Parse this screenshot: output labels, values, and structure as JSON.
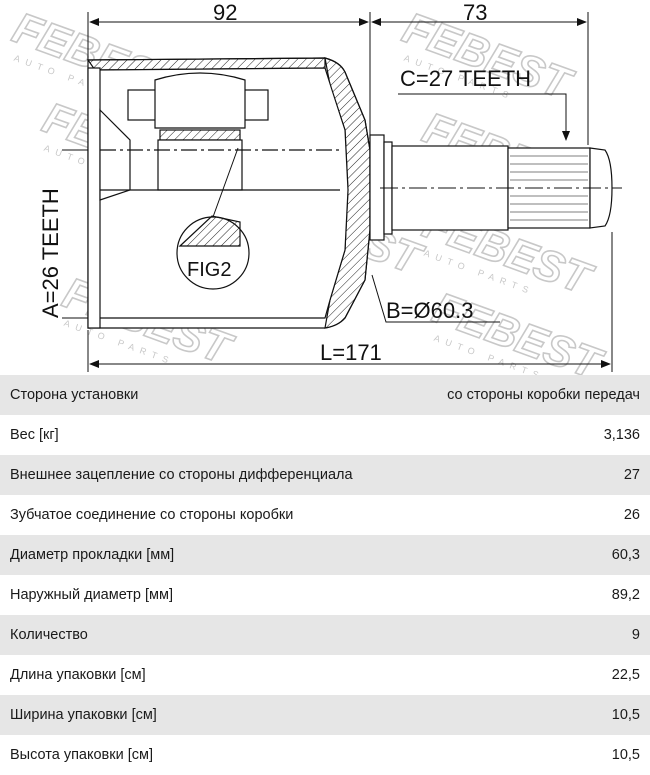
{
  "drawing": {
    "dim_top_left": "92",
    "dim_top_right": "73",
    "label_c": "C=27 TEETH",
    "label_a": "A=26 TEETH",
    "label_b": "B=Ø60.3",
    "label_l": "L=171",
    "label_fig": "FIG2",
    "watermark_brand": "FEBEST",
    "watermark_sub": "AUTO PARTS"
  },
  "specs": [
    {
      "label": "Сторона установки",
      "value": "со стороны коробки передач"
    },
    {
      "label": "Вес [кг]",
      "value": "3,136"
    },
    {
      "label": "Внешнее зацепление со стороны дифференциала",
      "value": "27"
    },
    {
      "label": "Зубчатое соединение со стороны коробки",
      "value": "26"
    },
    {
      "label": "Диаметр прокладки [мм]",
      "value": "60,3"
    },
    {
      "label": "Наружный диаметр [мм]",
      "value": "89,2"
    },
    {
      "label": "Количество",
      "value": "9"
    },
    {
      "label": "Длина упаковки [см]",
      "value": "22,5"
    },
    {
      "label": "Ширина упаковки [см]",
      "value": "10,5"
    },
    {
      "label": "Высота упаковки [см]",
      "value": "10,5"
    }
  ]
}
